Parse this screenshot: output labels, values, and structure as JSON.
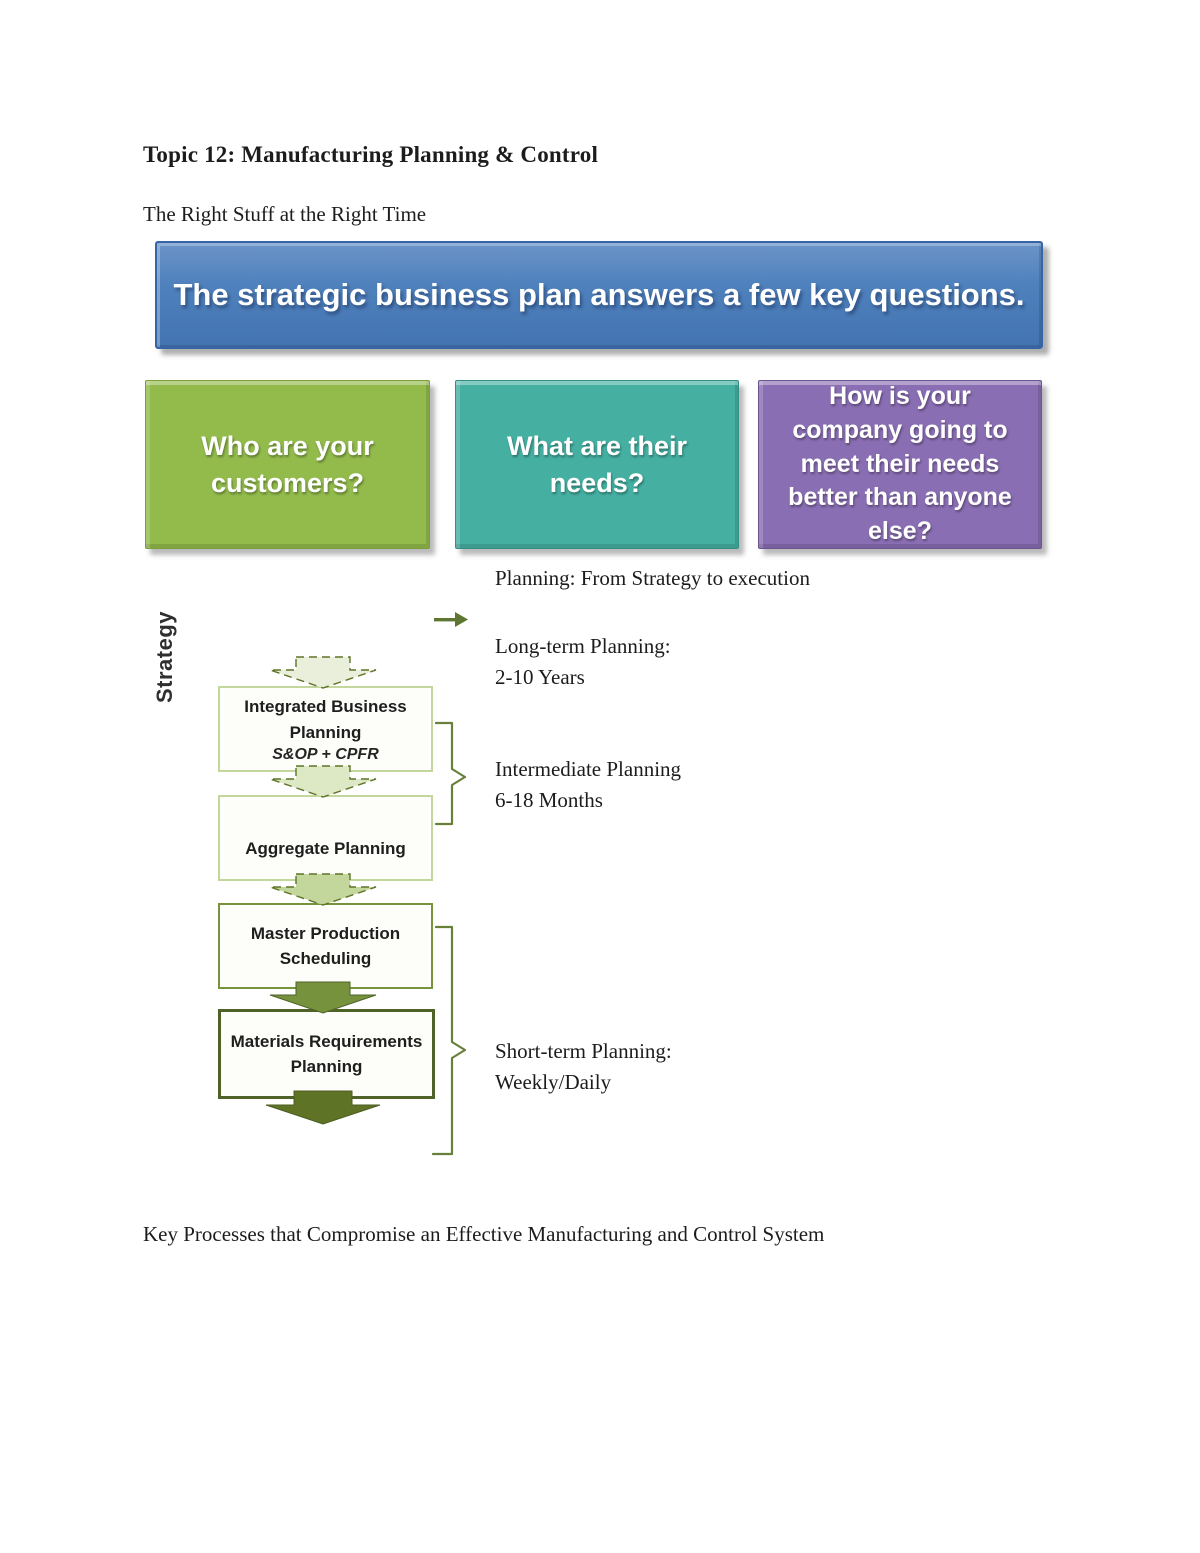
{
  "document": {
    "title": "Topic 12: Manufacturing Planning & Control",
    "intro": "The Right Stuff at the Right Time",
    "footer_heading": "Key Processes that Compromise an Effective Manufacturing and Control System"
  },
  "strategic_plan": {
    "banner_text": "The strategic business plan answers a few key questions.",
    "banner_color": "#4f81bd",
    "questions": [
      {
        "text": "Who are your customers?",
        "color": "#92bb4c"
      },
      {
        "text": "What are their needs?",
        "color": "#45b0a2"
      },
      {
        "text": "How is your company going to meet their needs better than anyone else?",
        "color": "#8a6eb3"
      }
    ]
  },
  "planning_flow": {
    "heading": "Planning: From Strategy to execution",
    "axis_label": "Strategy",
    "boxes": [
      {
        "title": "Integrated Business Planning",
        "subtitle": "S&OP + CPFR",
        "border_color": "#c3d69b"
      },
      {
        "title": "Aggregate Planning",
        "border_color": "#c3d69b"
      },
      {
        "title": "Master Production Scheduling",
        "border_color": "#77933c"
      },
      {
        "title": "Materials Requirements Planning",
        "border_color": "#4f6228"
      }
    ],
    "arrow_fills": [
      "#e9efda",
      "#dde8c5",
      "#c3d69b",
      "#76923c",
      "#5f7327"
    ],
    "arrow_stroke": "#5f7327",
    "right_arrow_color": "#5d7631",
    "brace_color": "#68803a",
    "horizons": [
      {
        "label": "Long-term Planning:",
        "range": "2-10 Years"
      },
      {
        "label": "Intermediate Planning",
        "range": "6-18 Months"
      },
      {
        "label": "Short-term Planning:",
        "range": "Weekly/Daily"
      }
    ]
  }
}
